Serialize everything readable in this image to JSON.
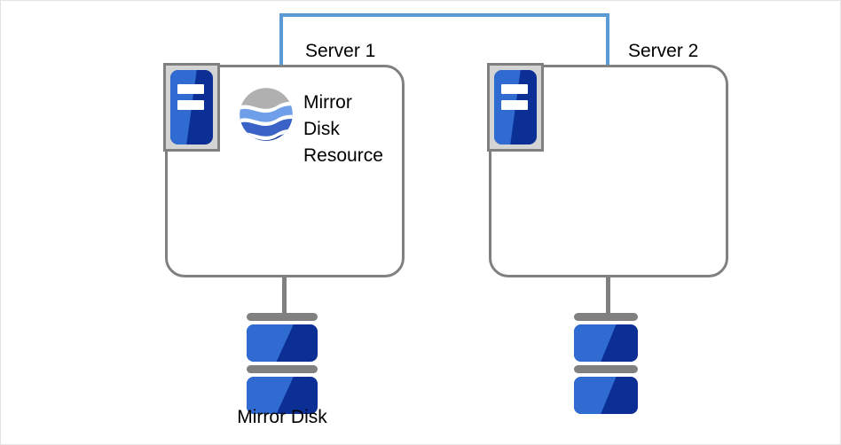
{
  "diagram": {
    "title": "Mirror Disk Resource cluster diagram",
    "colors": {
      "interconnect": "#5b9bd5",
      "outline": "#808080",
      "icon_blue": "#2f6bd0",
      "icon_navy": "#0b2f95",
      "icon_frame_fill": "#d4d4d4",
      "globe_gray": "#b0b0b0",
      "globe_light_blue": "#6f9fe8",
      "globe_mid_blue": "#3b63c7",
      "globe_dark_blue": "#0b2f95",
      "canvas_border": "#e3e3e3"
    },
    "interconnect": {
      "name": "interconnect-link"
    },
    "servers": [
      {
        "id": "server-1",
        "label": "Server 1",
        "machine_icon": "server-machine-icon",
        "resource": {
          "icon": "mirror-disk-resource-icon",
          "label": "Mirror\nDisk\nResource"
        },
        "disk": {
          "icon": "disk-stack-icon",
          "caption": "Mirror Disk",
          "connector": "server-disk-connector"
        }
      },
      {
        "id": "server-2",
        "label": "Server 2",
        "machine_icon": "server-machine-icon",
        "resource": null,
        "disk": {
          "icon": "disk-stack-icon",
          "caption": "",
          "connector": "server-disk-connector"
        }
      }
    ]
  }
}
